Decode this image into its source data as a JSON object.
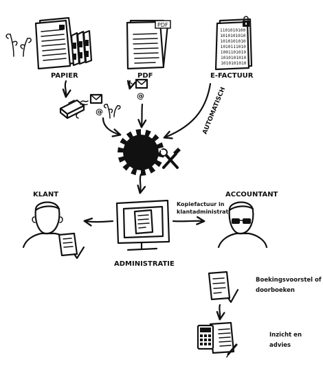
{
  "sources": {
    "papier": "PAPIER",
    "pdf": "PDF",
    "pdf_badge": "PDF",
    "efactuur": "E-FACTUUR",
    "binary_lines": [
      "1101010100",
      "1010101010",
      "1010101010",
      "1010111010",
      "1001101010",
      "1010101010",
      "1010101010"
    ]
  },
  "flows": {
    "automatisch": "AUTOMATISCH",
    "email_symbol": "@"
  },
  "center": {
    "administratie": "ADMINISTRATIE"
  },
  "people": {
    "klant": "KLANT",
    "accountant": "ACCOUNTANT",
    "copy_note_line1": "Kopiefactuur in",
    "copy_note_line2": "klantadministratie"
  },
  "steps": {
    "booking_line1": "Boekingsvoorstel of",
    "booking_line2": "doorboeken",
    "insight_line1": "Inzicht en",
    "insight_line2": "advies"
  },
  "icons": [
    "paper-stack-icon",
    "binder-icon",
    "pdf-document-icon",
    "binary-document-icon",
    "lock-icon",
    "scanner-icon",
    "envelope-icon",
    "gear-icon",
    "tools-icon",
    "computer-monitor-icon",
    "person-icon",
    "person-with-glasses-icon",
    "invoice-check-icon",
    "calculator-report-icon",
    "plant-sprout-icon"
  ]
}
